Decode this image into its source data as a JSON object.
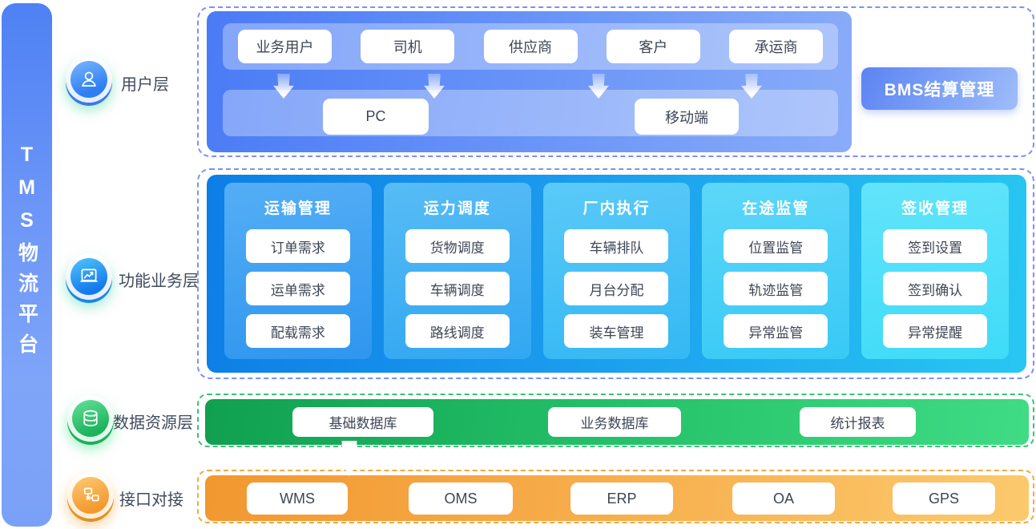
{
  "platform": {
    "title": "TMS物流平台"
  },
  "rail": {
    "user_label": "用户层",
    "function_label": "功能业务层",
    "data_label": "数据资源层",
    "api_label": "接口对接"
  },
  "user_layer": {
    "roles": [
      "业务用户",
      "司机",
      "供应商",
      "客户",
      "承运商"
    ],
    "devices": [
      "PC",
      "移动端"
    ]
  },
  "bms": {
    "label": "BMS结算管理"
  },
  "function_layer": {
    "columns": [
      {
        "title": "运输管理",
        "items": [
          "订单需求",
          "运单需求",
          "配载需求"
        ]
      },
      {
        "title": "运力调度",
        "items": [
          "货物调度",
          "车辆调度",
          "路线调度"
        ]
      },
      {
        "title": "厂内执行",
        "items": [
          "车辆排队",
          "月台分配",
          "装车管理"
        ]
      },
      {
        "title": "在途监管",
        "items": [
          "位置监管",
          "轨迹监管",
          "异常监管"
        ]
      },
      {
        "title": "签收管理",
        "items": [
          "签到设置",
          "签到确认",
          "异常提醒"
        ]
      }
    ]
  },
  "data_layer": {
    "items": [
      "基础数据库",
      "业务数据库",
      "统计报表"
    ]
  },
  "api_layer": {
    "items": [
      "WMS",
      "OMS",
      "ERP",
      "OA",
      "GPS"
    ]
  },
  "colors": {
    "rail_blue": "#5e8bf6",
    "user_box_blue": "#4a7bf6",
    "function_left": "#0d7ee6",
    "function_right": "#28c7f2",
    "data_green": "#27c46c",
    "api_orange": "#f7a93f",
    "dashed_blue": "#7c90f6",
    "text_dark": "#3d4656"
  }
}
